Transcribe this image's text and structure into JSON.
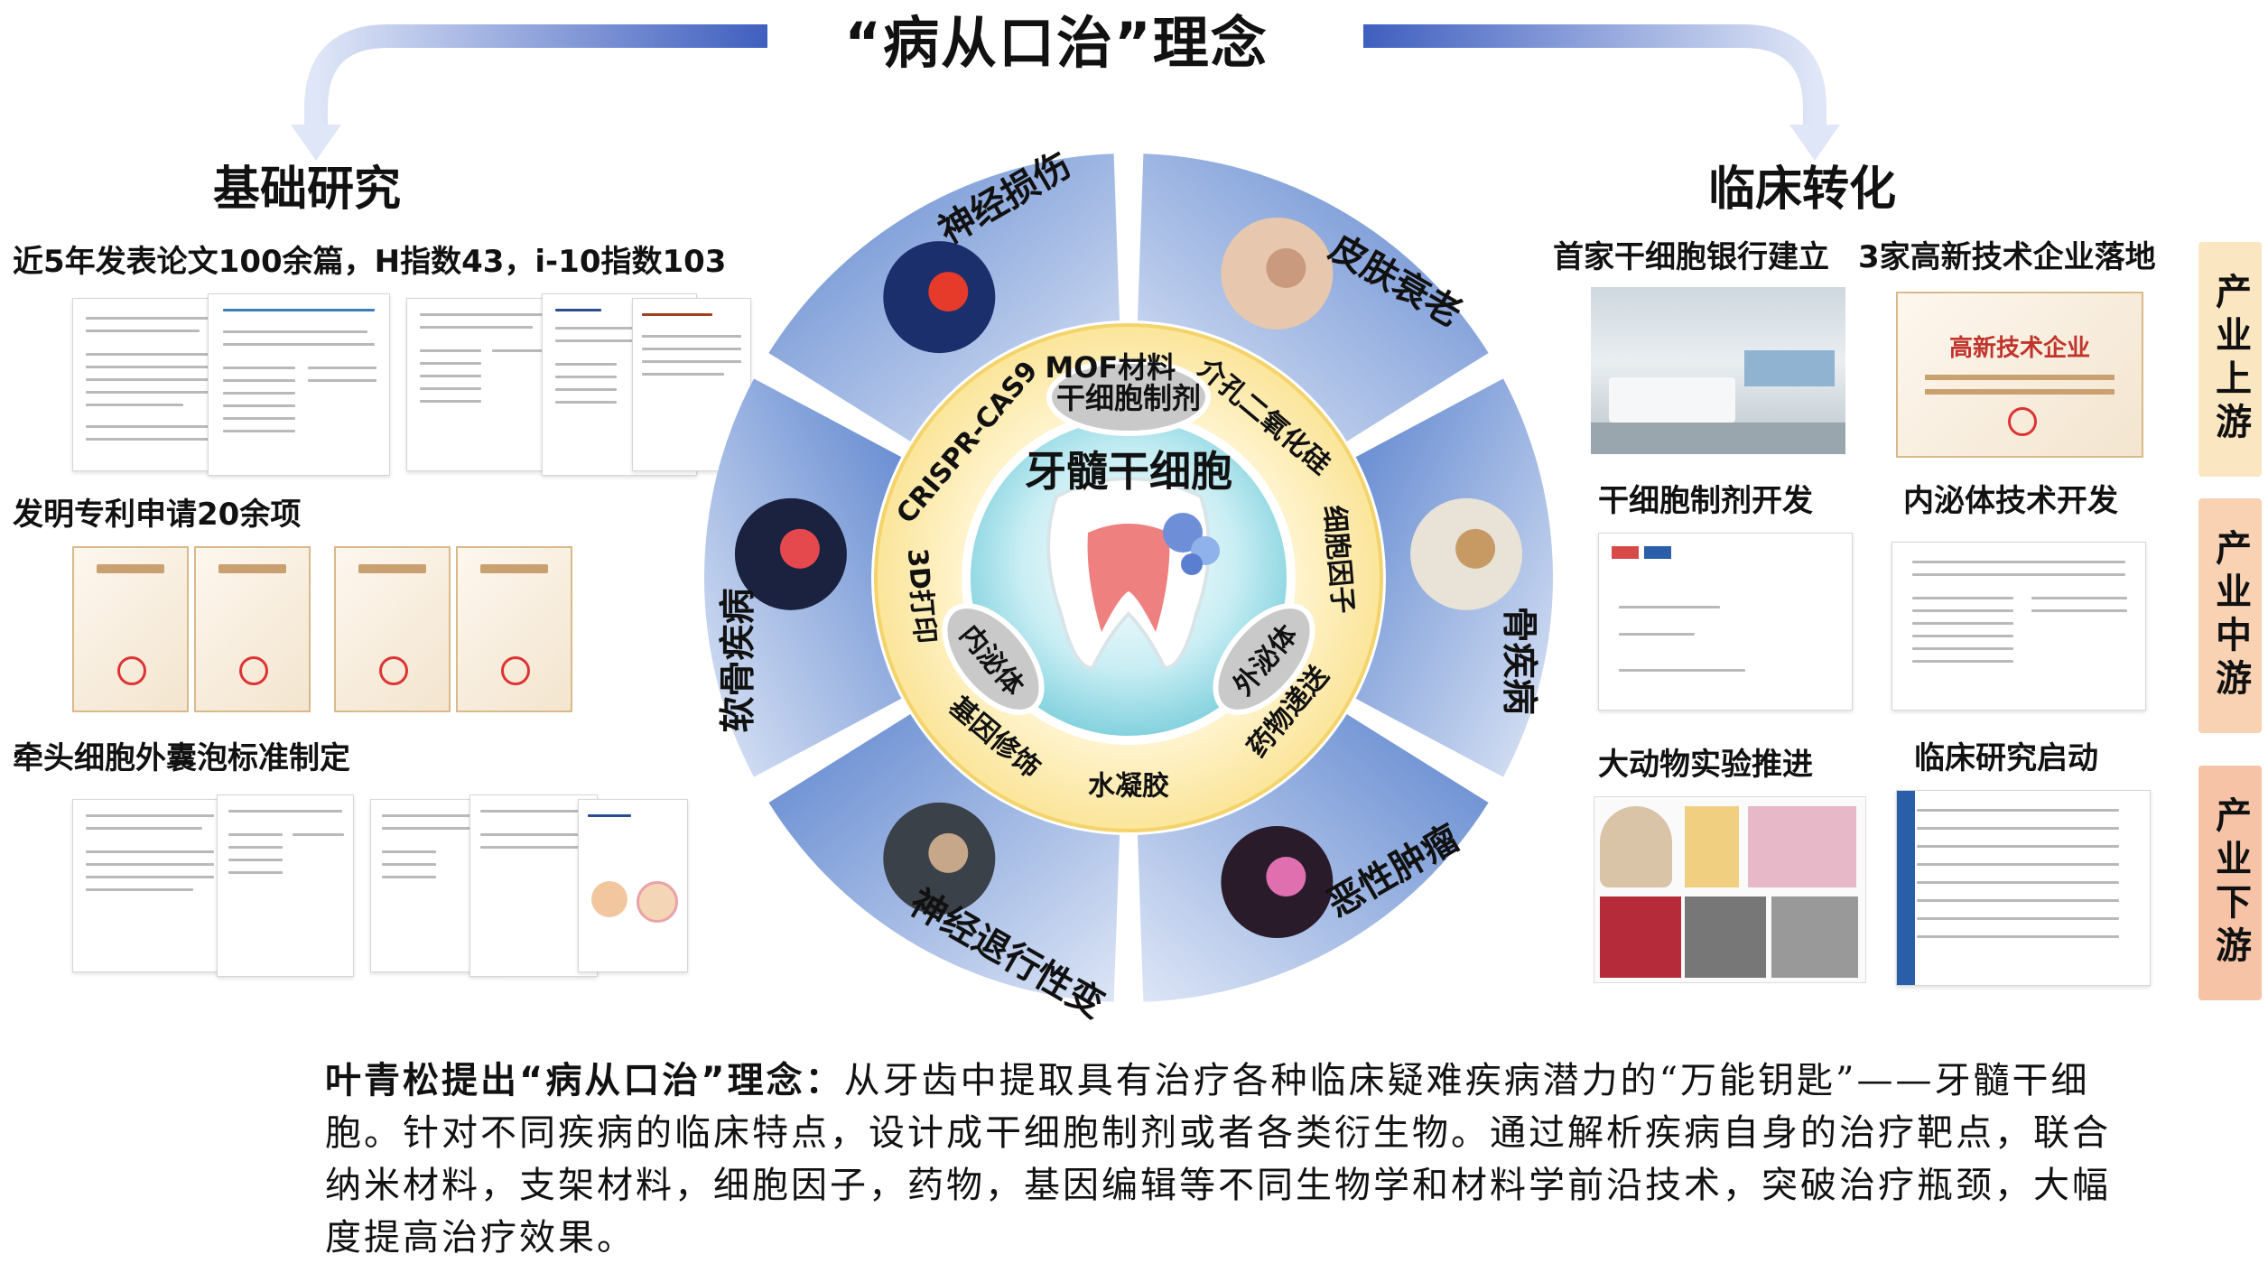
{
  "title": "“病从口治”理念",
  "left": {
    "heading": "基础研究",
    "papers_caption": "近5年发表论文100余篇，H指数43，i-10指数103",
    "patents_caption": "发明专利申请20余项",
    "standard_caption": "牵头细胞外囊泡标准制定"
  },
  "right": {
    "heading": "临床转化",
    "upstream": [
      "首家干细胞银行建立",
      "3家高新技术企业落地"
    ],
    "midstream": [
      "干细胞制剂开发",
      "内泌体技术开发"
    ],
    "downstream": [
      "大动物实验推进",
      "临床研究启动"
    ],
    "cert_title": "高新技术企业"
  },
  "stages": [
    "产业上游",
    "产业中游",
    "产业下游"
  ],
  "wheel": {
    "center": "牙髓干细胞",
    "inner_pills": [
      "干细胞制剂",
      "内泌体",
      "外泌体"
    ],
    "ring_terms": [
      "MOF材料",
      "介孔二氧化硅",
      "细胞因子",
      "药物递送",
      "水凝胶",
      "基因修饰",
      "3D打印",
      "CRISPR-CAS9"
    ],
    "diseases": [
      "神经损伤",
      "皮肤衰老",
      "骨疾病",
      "恶性肿瘤",
      "神经退行性变",
      "软骨疾病"
    ]
  },
  "paragraph": {
    "lead": "叶青松提出“病从口治”理念：",
    "body": "从牙齿中提取具有治疗各种临床疑难疾病潜力的“万能钥匙”——牙髓干细胞。针对不同疾病的临床特点，设计成干细胞制剂或者各类衍生物。通过解析疾病自身的治疗靶点，联合纳米材料，支架材料，细胞因子，药物，基因编辑等不同生物学和材料学前沿技术，突破治疗瓶颈，大幅度提高治疗效果。"
  },
  "colors": {
    "stage_up": "#fbe6c2",
    "stage_mid": "#f8d2b2",
    "stage_down": "#f6c3a6",
    "ring_yellow": "#fbe59a",
    "arc_blue": "#3f5fbf"
  }
}
